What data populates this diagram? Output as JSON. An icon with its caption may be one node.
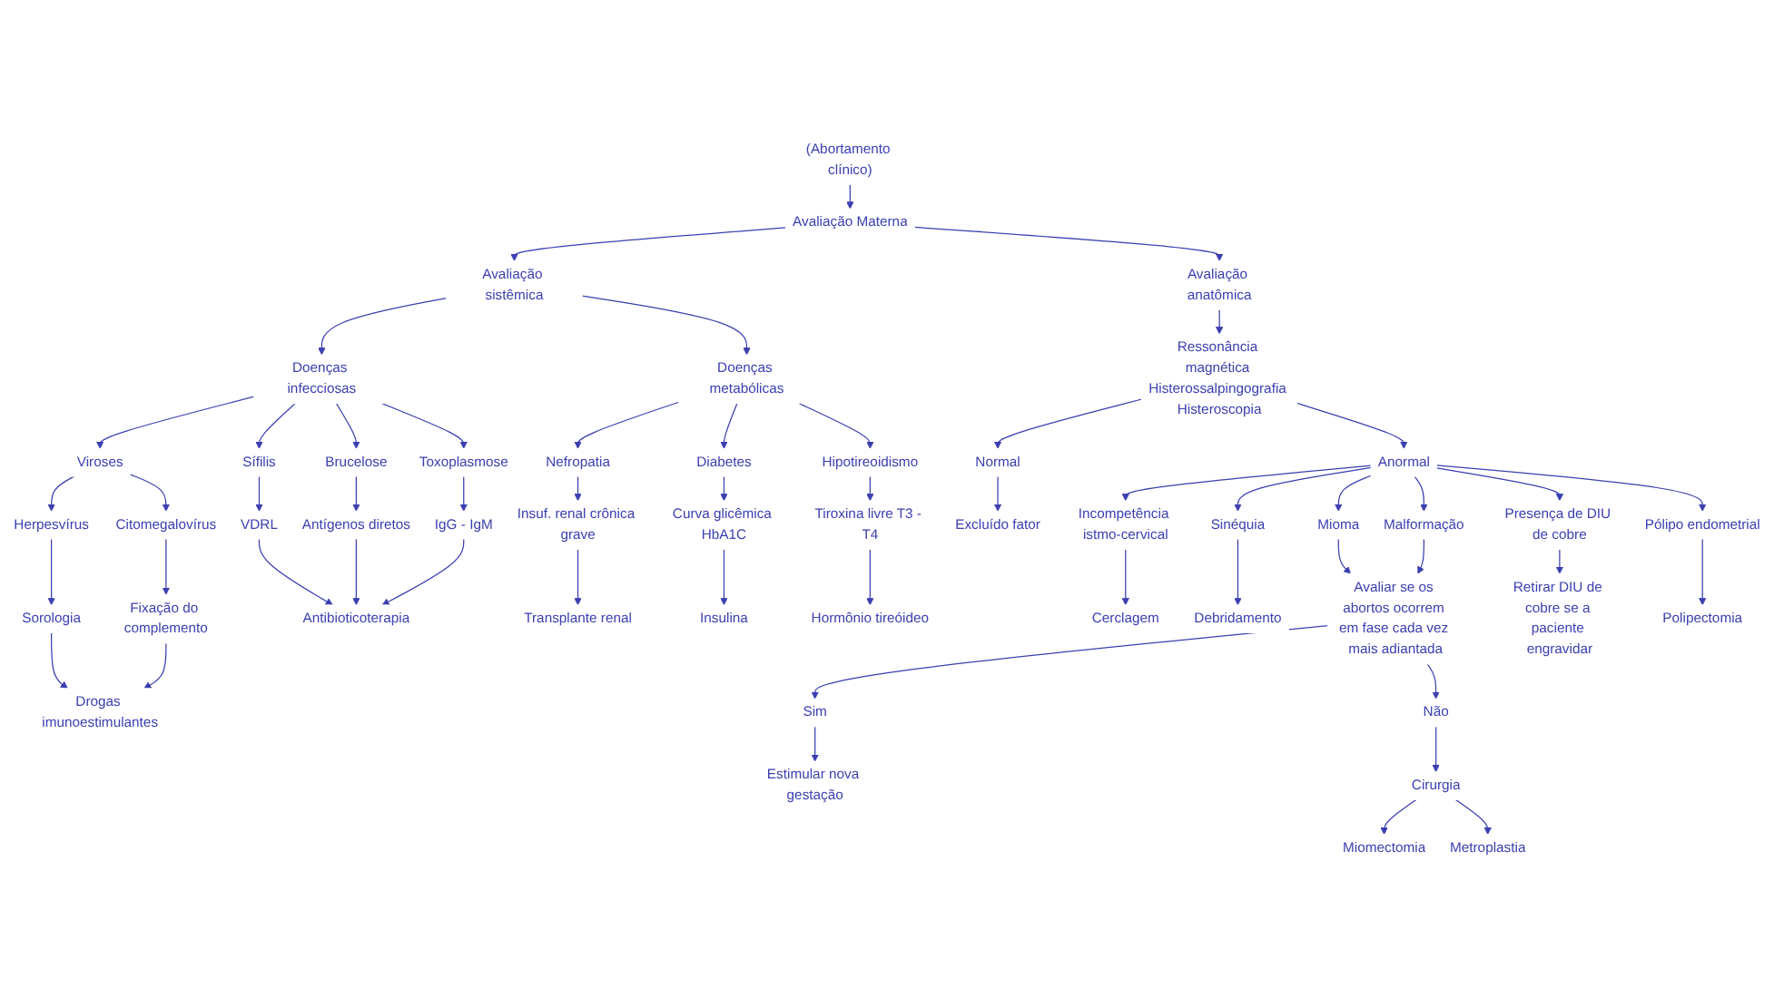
{
  "diagram": {
    "nodes": [
      {
        "text": [
          "(Abortamento clínico)"
        ]
      },
      {
        "text": [
          "Avaliação Materna"
        ]
      },
      {
        "text": [
          "Avaliação anatômica"
        ]
      },
      {
        "text": [
          "Avaliação sistêmica"
        ]
      },
      {
        "text": [
          "Ressonância magnética Histerossalpingografia Histeroscopia"
        ]
      },
      {
        "text": [
          "Doenças infecciosas"
        ]
      },
      {
        "text": [
          "Doenças metabólicas"
        ]
      },
      {
        "text": [
          "Viroses"
        ]
      },
      {
        "text": [
          "Sífilis"
        ]
      },
      {
        "text": [
          "Brucelose"
        ]
      },
      {
        "text": [
          "Toxoplasmose"
        ]
      },
      {
        "text": [
          "Herpesvírus"
        ]
      },
      {
        "text": [
          "Citomegalovírus"
        ]
      },
      {
        "text": [
          "VDRL"
        ]
      },
      {
        "text": [
          "Antígenos diretos"
        ]
      },
      {
        "text": [
          "IgG - IgM"
        ]
      },
      {
        "text": [
          "Sorologia"
        ]
      },
      {
        "text": [
          "Fixação do complemento"
        ]
      },
      {
        "text": [
          "Antibioticoterapia"
        ]
      },
      {
        "text": [
          "Drogas imunoestimulantes"
        ]
      },
      {
        "text": [
          "Nefropatia"
        ]
      },
      {
        "text": [
          "Diabetes"
        ]
      },
      {
        "text": [
          "Hipotireoidismo"
        ]
      },
      {
        "text": [
          "Insuf. renal crônica grave"
        ]
      },
      {
        "text": [
          "Curva glicêmica HbA1C"
        ]
      },
      {
        "text": [
          "Tiroxina livre T3 - T4"
        ]
      },
      {
        "text": [
          "Transplante renal"
        ]
      },
      {
        "text": [
          "Insulina"
        ]
      },
      {
        "text": [
          "Hormônio tireóideo"
        ]
      },
      {
        "text": [
          "Normal"
        ]
      },
      {
        "text": [
          "Anormal"
        ]
      },
      {
        "text": [
          "Excluído fator"
        ]
      },
      {
        "text": [
          "Incompetência istmo-cervical"
        ]
      },
      {
        "text": [
          "Sinéquia"
        ]
      },
      {
        "text": [
          "Mioma"
        ]
      },
      {
        "text": [
          "Malformação"
        ]
      },
      {
        "text": [
          "Presença de DIU de cobre"
        ]
      },
      {
        "text": [
          "Pólipo endometrial"
        ]
      },
      {
        "text": [
          "Cerclagem"
        ]
      },
      {
        "text": [
          "Debridamento"
        ]
      },
      {
        "text": [
          "Avaliar se os abortos ocorrem em fase cada vez mais adiantada"
        ]
      },
      {
        "text": [
          "Retirar DIU de cobre se a paciente engravidar"
        ]
      },
      {
        "text": [
          "Polipectomia"
        ]
      },
      {
        "text": [
          "Sim"
        ]
      },
      {
        "text": [
          "Não"
        ]
      },
      {
        "text": [
          "Estimular nova gestação"
        ]
      },
      {
        "text": [
          "Cirurgia"
        ]
      },
      {
        "text": [
          "Miomectomia"
        ]
      },
      {
        "text": [
          "Metroplastia"
        ]
      }
    ],
    "edges": [
      {
        "from": 0,
        "to": 1,
        "arrow": "to"
      },
      {
        "from": 1,
        "to": 2,
        "arrow": "to"
      },
      {
        "from": 1,
        "to": 3,
        "arrow": "to"
      },
      {
        "from": 2,
        "to": 4,
        "arrow": "to"
      },
      {
        "from": 3,
        "to": 5,
        "arrow": "to"
      },
      {
        "from": 3,
        "to": 6,
        "arrow": "to"
      },
      {
        "from": 5,
        "to": 7,
        "arrow": "to"
      },
      {
        "from": 5,
        "to": 8,
        "arrow": "to"
      },
      {
        "from": 5,
        "to": 9,
        "arrow": "to"
      },
      {
        "from": 5,
        "to": 10,
        "arrow": "to"
      },
      {
        "from": 7,
        "to": 11,
        "arrow": "to"
      },
      {
        "from": 7,
        "to": 12,
        "arrow": "to"
      },
      {
        "from": 8,
        "to": 13,
        "arrow": "to"
      },
      {
        "from": 9,
        "to": 14,
        "arrow": "to"
      },
      {
        "from": 10,
        "to": 15,
        "arrow": "to"
      },
      {
        "from": 11,
        "to": 16,
        "arrow": "to"
      },
      {
        "from": 12,
        "to": 17,
        "arrow": "to"
      },
      {
        "from": 13,
        "to": 18,
        "arrow": "to"
      },
      {
        "from": 14,
        "to": 18,
        "arrow": "to"
      },
      {
        "from": 15,
        "to": 18,
        "arrow": "to"
      },
      {
        "from": 16,
        "to": 19,
        "arrow": "to"
      },
      {
        "from": 17,
        "to": 19,
        "arrow": "to"
      },
      {
        "from": 6,
        "to": 20,
        "arrow": "to"
      },
      {
        "from": 6,
        "to": 21,
        "arrow": "to"
      },
      {
        "from": 6,
        "to": 22,
        "arrow": "to"
      },
      {
        "from": 20,
        "to": 23,
        "arrow": "to"
      },
      {
        "from": 21,
        "to": 24,
        "arrow": "to"
      },
      {
        "from": 22,
        "to": 25,
        "arrow": "to"
      },
      {
        "from": 23,
        "to": 26,
        "arrow": "to"
      },
      {
        "from": 24,
        "to": 27,
        "arrow": "to"
      },
      {
        "from": 25,
        "to": 28,
        "arrow": "to"
      },
      {
        "from": 4,
        "to": 29,
        "arrow": "to"
      },
      {
        "from": 4,
        "to": 30,
        "arrow": "to"
      },
      {
        "from": 29,
        "to": 31,
        "arrow": "to"
      },
      {
        "from": 30,
        "to": 32,
        "arrow": "to"
      },
      {
        "from": 30,
        "to": 33,
        "arrow": "to"
      },
      {
        "from": 30,
        "to": 34,
        "arrow": "to"
      },
      {
        "from": 30,
        "to": 35,
        "arrow": "to"
      },
      {
        "from": 30,
        "to": 36,
        "arrow": "to"
      },
      {
        "from": 30,
        "to": 37,
        "arrow": "to"
      },
      {
        "from": 32,
        "to": 38,
        "arrow": "to"
      },
      {
        "from": 33,
        "to": 39,
        "arrow": "to"
      },
      {
        "from": 34,
        "to": 40,
        "arrow": "to"
      },
      {
        "from": 35,
        "to": 40,
        "arrow": "to"
      },
      {
        "from": 36,
        "to": 41,
        "arrow": "to"
      },
      {
        "from": 37,
        "to": 42,
        "arrow": "to"
      },
      {
        "from": 40,
        "to": 43,
        "arrow": "to"
      },
      {
        "from": 40,
        "to": 44,
        "arrow": "to"
      },
      {
        "from": 43,
        "to": 45,
        "arrow": "to"
      },
      {
        "from": 44,
        "to": 46,
        "arrow": "to"
      },
      {
        "from": 46,
        "to": 47,
        "arrow": "to"
      },
      {
        "from": 46,
        "to": 48,
        "arrow": "to"
      }
    ]
  }
}
